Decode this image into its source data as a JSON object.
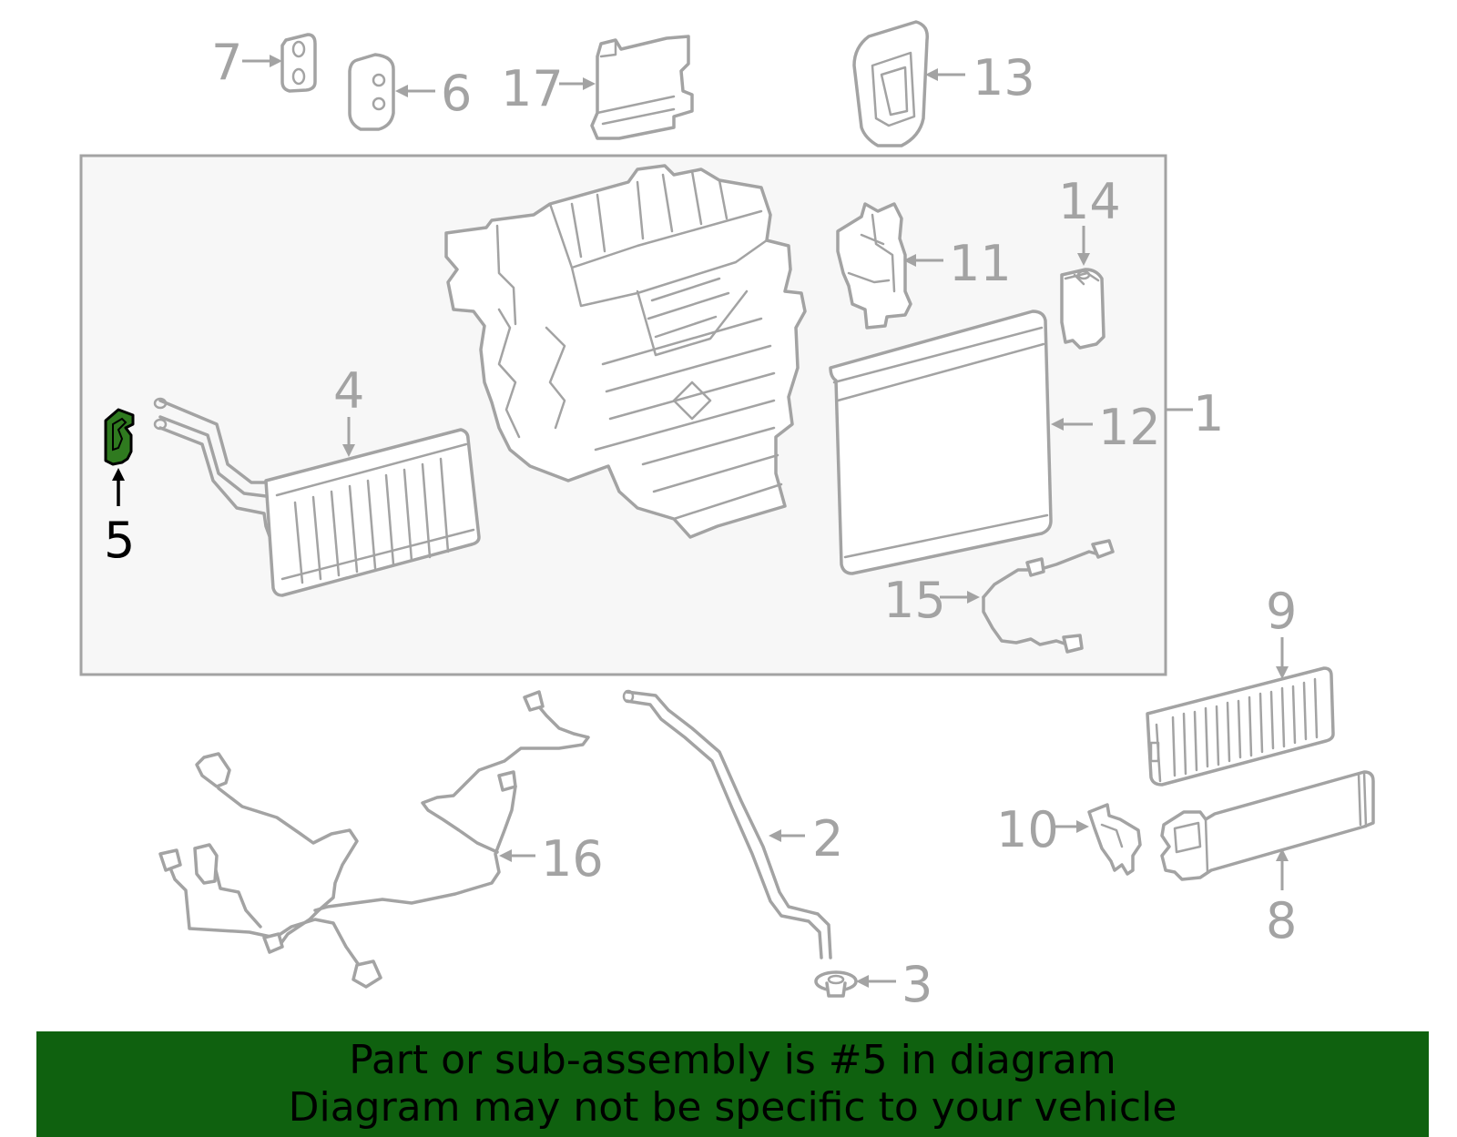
{
  "diagram": {
    "callouts": [
      "1",
      "2",
      "3",
      "4",
      "5",
      "6",
      "7",
      "8",
      "9",
      "10",
      "11",
      "12",
      "13",
      "14",
      "15",
      "16",
      "17"
    ],
    "highlighted_part": "5",
    "highlight_color": "#2f7a1f",
    "outline_color": "#a3a3a3",
    "group_box_fill": "#f7f7f7"
  },
  "banner": {
    "line1": "Part or sub-assembly is #5 in diagram",
    "line2": "Diagram may not be specific to your vehicle",
    "background": "#0f610f"
  }
}
